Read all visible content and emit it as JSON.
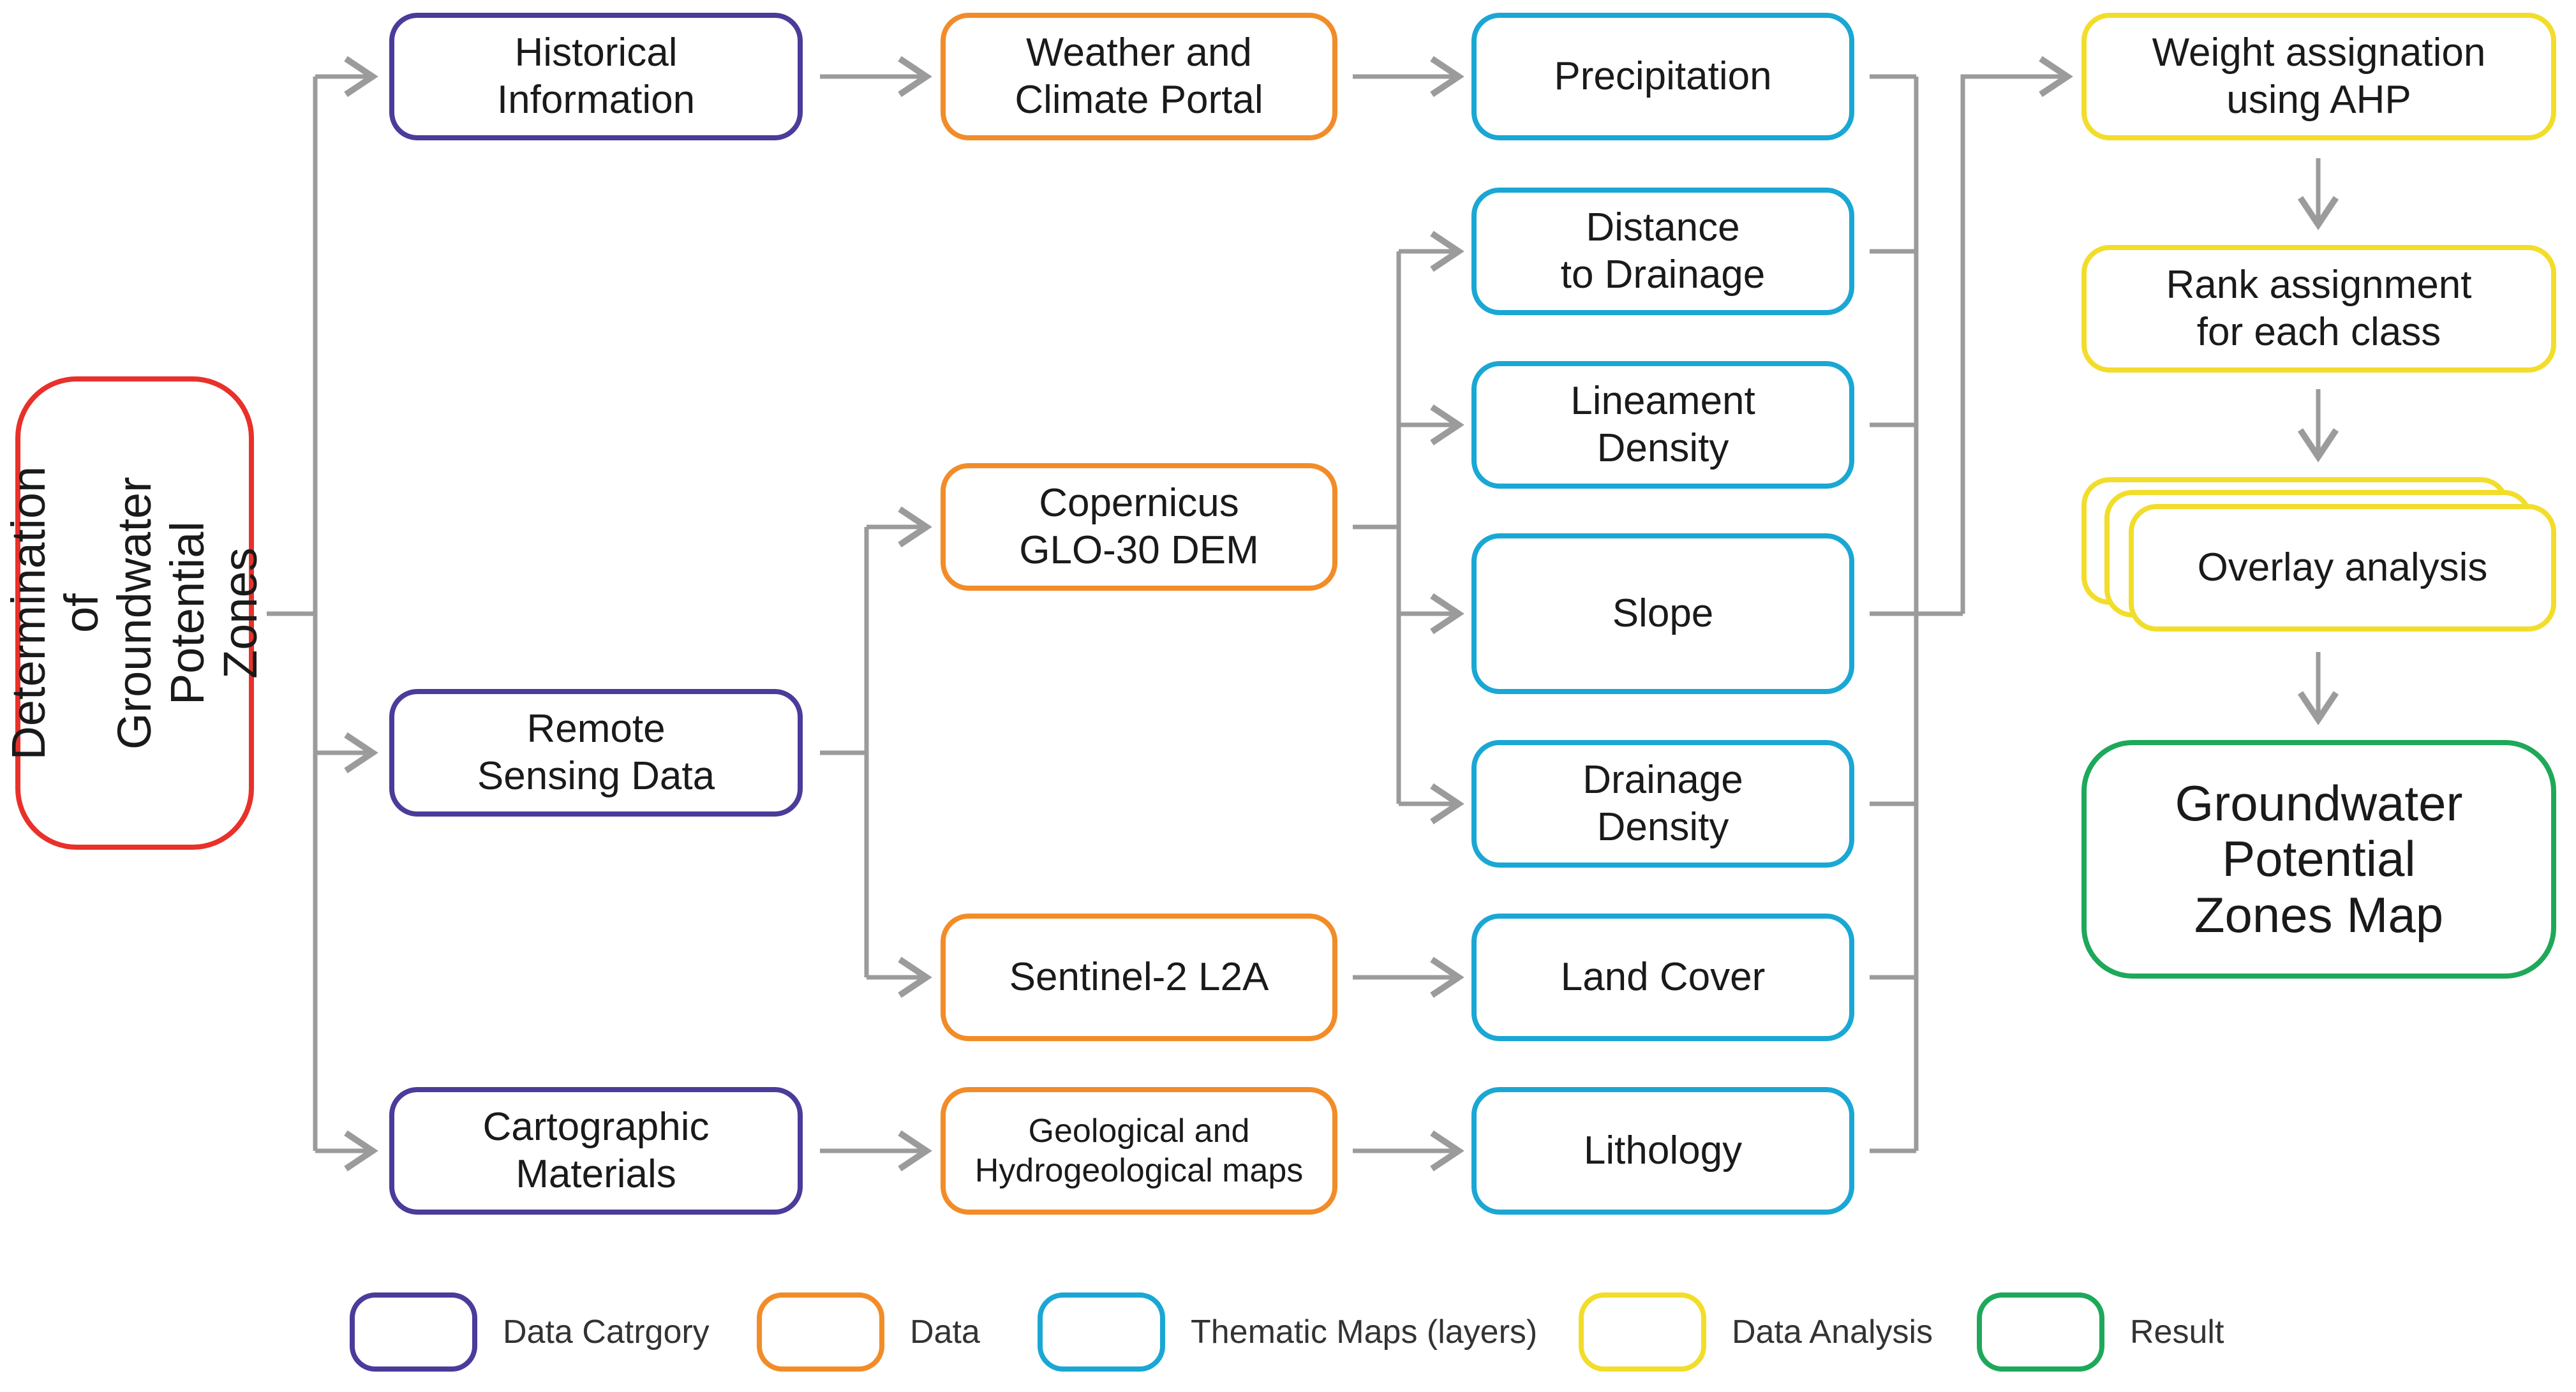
{
  "root": {
    "label": "Determination\nof Groundwater\nPotential Zones"
  },
  "categories": {
    "historical": "Historical\nInformation",
    "remote": "Remote\nSensing Data",
    "cartographic": "Cartographic\nMaterials"
  },
  "data_sources": {
    "weather": "Weather and\nClimate Portal",
    "copernicus": "Copernicus\nGLO-30 DEM",
    "sentinel": "Sentinel-2 L2A",
    "geological": "Geological and\nHydrogeological maps"
  },
  "thematic": {
    "precipitation": "Precipitation",
    "distance": "Distance\nto Drainage",
    "lineament": "Lineament\nDensity",
    "slope": "Slope",
    "drainage_density": "Drainage\nDensity",
    "land_cover": "Land Cover",
    "lithology": "Lithology"
  },
  "analysis": {
    "weight": "Weight assignation\nusing AHP",
    "rank": "Rank assignment\nfor each class",
    "overlay": "Overlay analysis"
  },
  "result": {
    "label": "Groundwater\nPotential\nZones Map"
  },
  "legend": {
    "category": "Data Catrgory",
    "data": "Data",
    "thematic": "Thematic Maps (layers)",
    "analysis": "Data Analysis",
    "result": "Result"
  },
  "colors": {
    "category": "#4b3b9a",
    "data": "#f28c28",
    "thematic": "#1aa7d4",
    "analysis": "#f2dd2a",
    "result": "#1ea85a",
    "root": "#e8312a",
    "connector": "#9b9b9b"
  }
}
